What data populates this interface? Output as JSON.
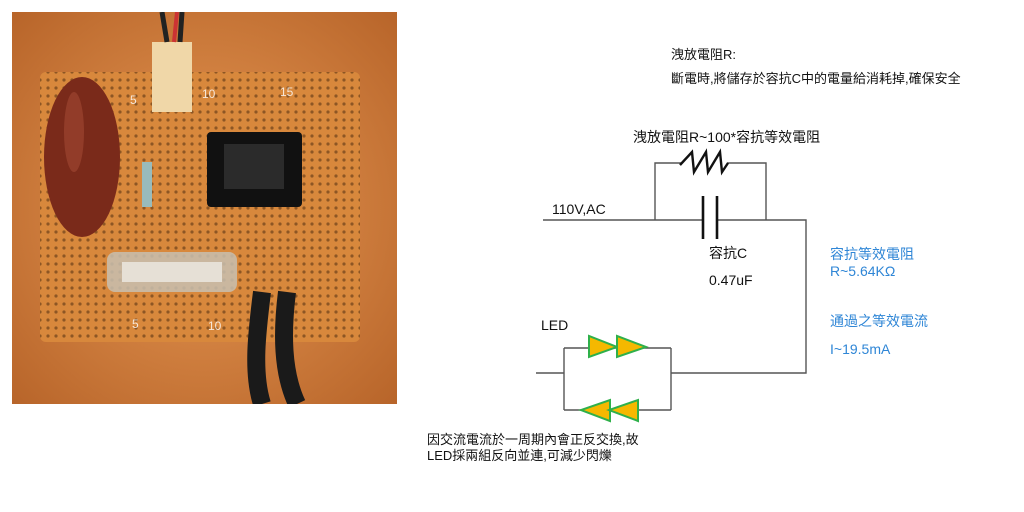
{
  "photo": {
    "board_numbers": [
      "5",
      "10",
      "15",
      "5",
      "10"
    ]
  },
  "notes": {
    "title": "洩放電阻R:",
    "description": "斷電時,將儲存於容抗C中的電量給消耗掉,確保安全"
  },
  "circuit": {
    "resistor_label": "洩放電阻R~100*容抗等效電阻",
    "source_label": "110V,AC",
    "capacitor_label": "容抗C",
    "capacitor_value": "0.47uF",
    "impedance_label": "容抗等效電阻",
    "impedance_value": "R~5.64KΩ",
    "current_label": "通過之等效電流",
    "current_value": "I~19.5mA",
    "led_label": "LED",
    "footnote_line1": "因交流電流於一周期內會正反交換,故",
    "footnote_line2": "LED採兩組反向並連,可減少閃爍"
  },
  "colors": {
    "blue": "#2f86d6",
    "led_fill": "#f5b800",
    "led_stroke": "#2fb04a",
    "wire": "#555555"
  }
}
